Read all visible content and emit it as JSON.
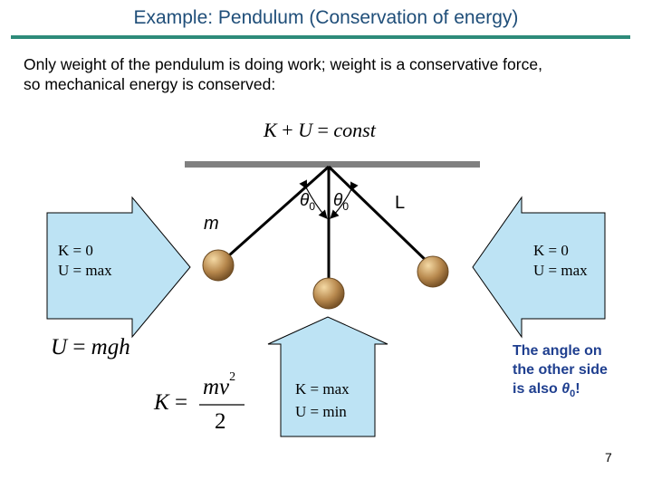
{
  "slide": {
    "title": "Example: Pendulum (Conservation of energy)",
    "intro_line1": "Only weight of the pendulum is doing work; weight is a conservative force,",
    "intro_line2": "so mechanical energy is conserved:",
    "page_number": "7"
  },
  "equation_top": {
    "K": "K",
    "plus": "+",
    "U": "U",
    "eq": "=",
    "rhs": "const"
  },
  "labels": {
    "mass": "m",
    "length": "L",
    "theta_left": "θ",
    "theta_right": "θ",
    "theta_sub": "0"
  },
  "boxes": {
    "left": {
      "line1": "K = 0",
      "line2": "U = max"
    },
    "right": {
      "line1": "K = 0",
      "line2": "U = max"
    },
    "bottom": {
      "line1": "K = max",
      "line2": "U = min"
    }
  },
  "equations": {
    "potential": {
      "U": "U",
      "eq": "=",
      "rhs": "mgh"
    },
    "kinetic": {
      "K": "K",
      "eq": "=",
      "num": "mv",
      "sup": "2",
      "den": "2"
    }
  },
  "note": {
    "line1": "The angle on",
    "line2": "the other side",
    "line3_prefix": "is also ",
    "theta": "θ",
    "sub": "0",
    "suffix": "!"
  },
  "colors": {
    "box_fill": "#bde3f4",
    "ball": "#a0743e",
    "support": "#808080",
    "title": "#1f4e79",
    "rule": "#2e8b7a",
    "note": "#1f3f8f"
  }
}
